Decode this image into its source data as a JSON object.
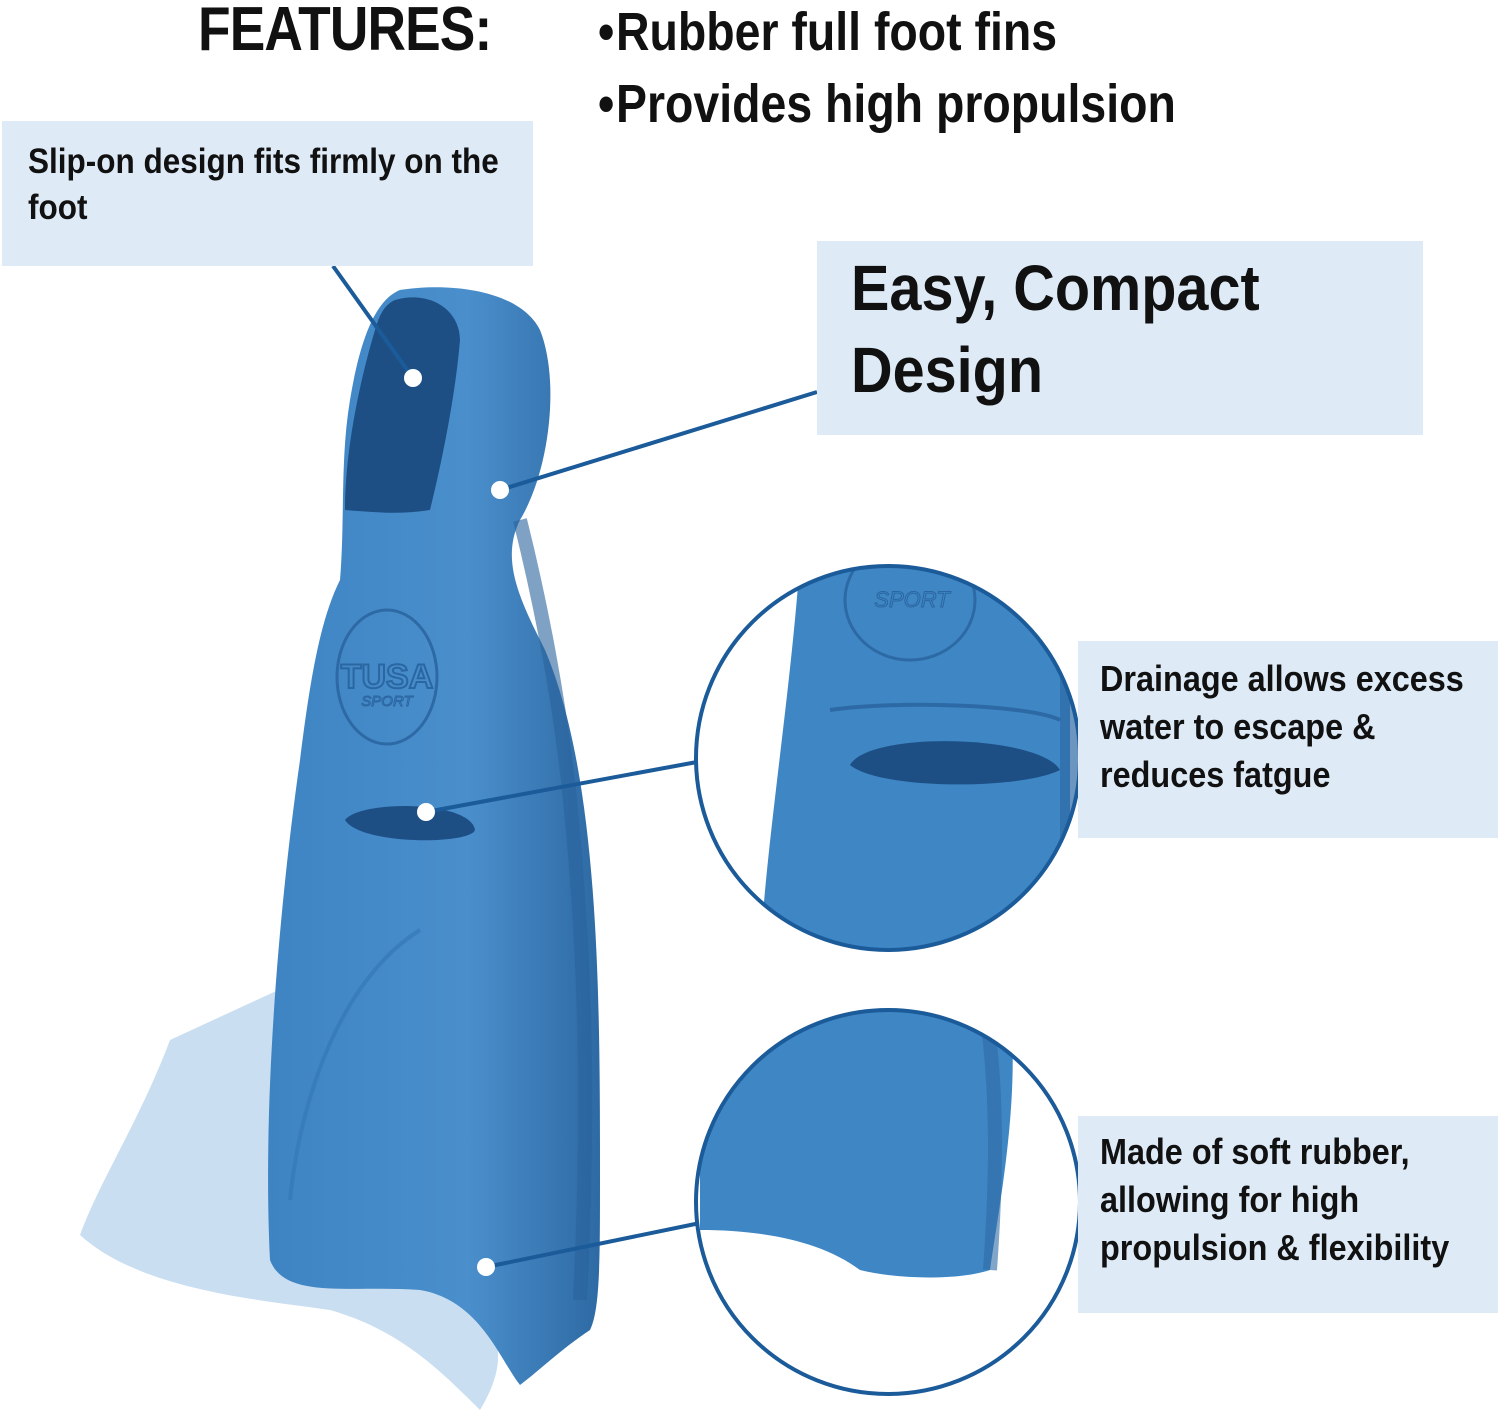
{
  "features": {
    "heading": "FEATURES:",
    "items": [
      "Rubber full foot fins",
      "Provides high propulsion"
    ]
  },
  "callouts": {
    "slipon": "Slip-on design fits firmly on the foot",
    "compact": "Easy, Compact Design",
    "drainage": "Drainage allows excess water to escape & reduces fatgue",
    "rubber": "Made of soft rubber, allowing for high propulsion & flexibility"
  },
  "logo": {
    "brand": "TUSA",
    "sub": "SPORT"
  },
  "colors": {
    "fin": "#3f86c5",
    "fin_dark": "#2f6ea8",
    "fin_shadow": "#1c4f86",
    "callout_bg": "#deebf7",
    "line": "#1b5b9a"
  }
}
